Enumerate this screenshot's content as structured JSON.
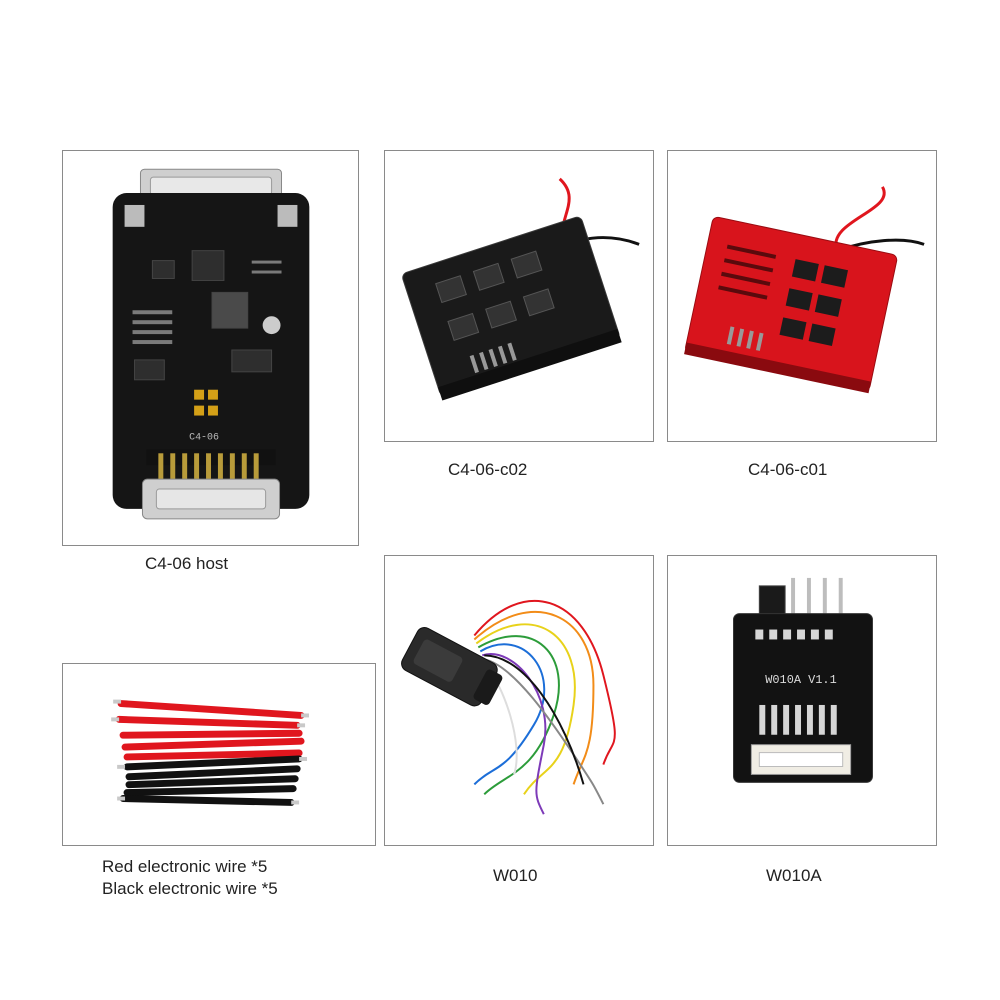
{
  "products": [
    {
      "id": "c4-06-host",
      "caption": "C4-06 host",
      "silkscreen": "C4-06",
      "board_color": "#151515"
    },
    {
      "id": "c4-06-c02",
      "caption": "C4-06-c02",
      "board_color": "#1a1a1a"
    },
    {
      "id": "c4-06-c01",
      "caption": "C4-06-c01",
      "board_color": "#d8141c"
    },
    {
      "id": "wires",
      "caption_line1": "Red electronic wire *5",
      "caption_line2": "Black electronic wire *5",
      "wire_colors": [
        "#e0161e",
        "#111111"
      ]
    },
    {
      "id": "w010",
      "caption": "W010"
    },
    {
      "id": "w010a",
      "caption": "W010A",
      "silkscreen": "W010A  V1.1"
    }
  ]
}
